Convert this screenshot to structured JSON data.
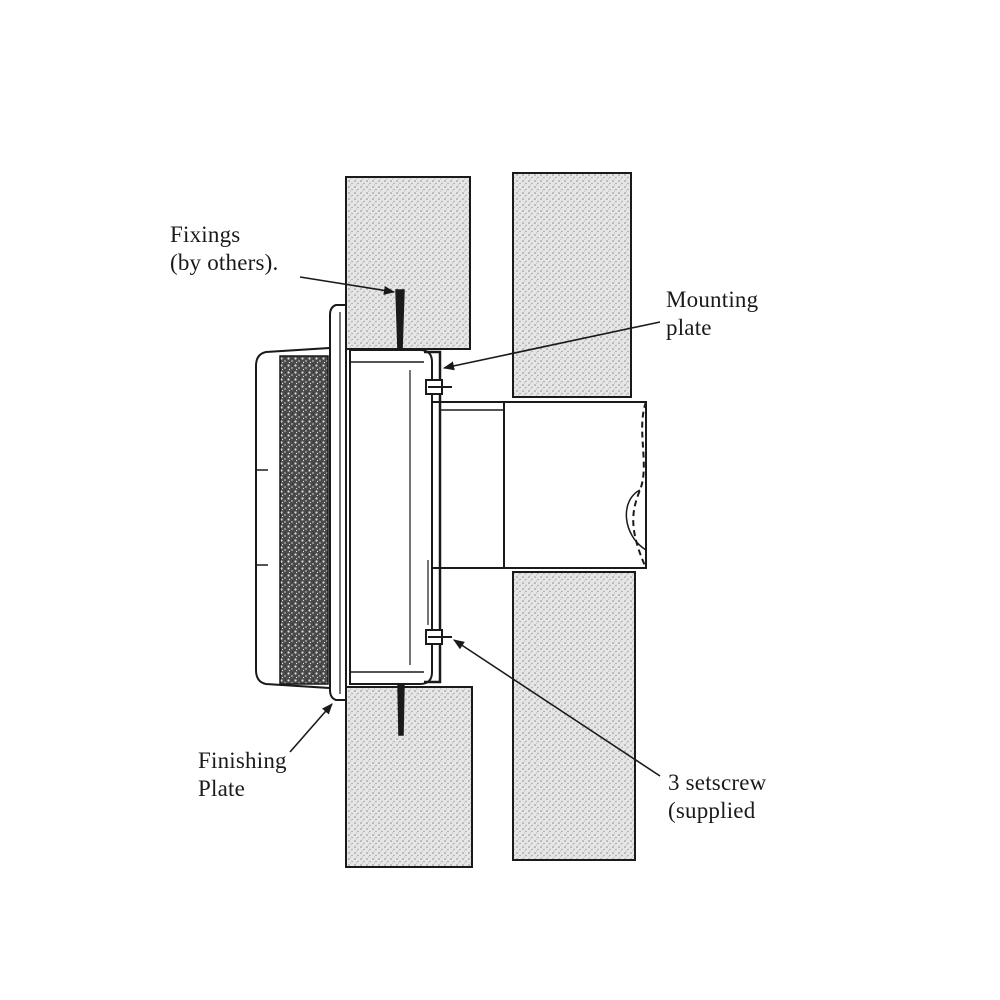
{
  "diagram": {
    "labels": {
      "fixings": {
        "line1": "Fixings",
        "line2": "(by others)."
      },
      "mounting_plate": {
        "line1": "Mounting",
        "line2": "plate"
      },
      "finishing_plate": {
        "line1": "Finishing",
        "line2": "Plate"
      },
      "setscrew": {
        "line1": "3 setscrew",
        "line2": "(supplied"
      }
    },
    "colors": {
      "ink": "#1a1a1a",
      "wall_fill": "#d9d9d9",
      "foam_dark": "#3a3a3a",
      "paper": "#ffffff"
    }
  }
}
